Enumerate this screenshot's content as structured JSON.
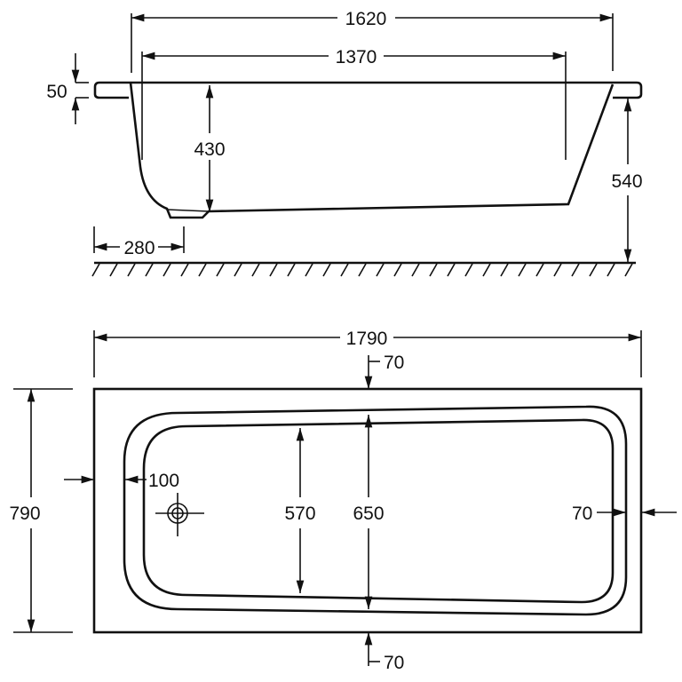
{
  "side_view": {
    "overall_length": "1620",
    "inner_length": "1370",
    "rim_thickness": "50",
    "inner_depth": "430",
    "total_height": "540",
    "drain_offset": "280"
  },
  "plan_view": {
    "total_length": "1790",
    "total_width": "790",
    "rim_top": "70",
    "rim_bottom": "70",
    "rim_right": "70",
    "rim_left": "100",
    "inner_width": "570",
    "outer_width": "650"
  },
  "colors": {
    "line": "#111111",
    "background": "#ffffff"
  }
}
